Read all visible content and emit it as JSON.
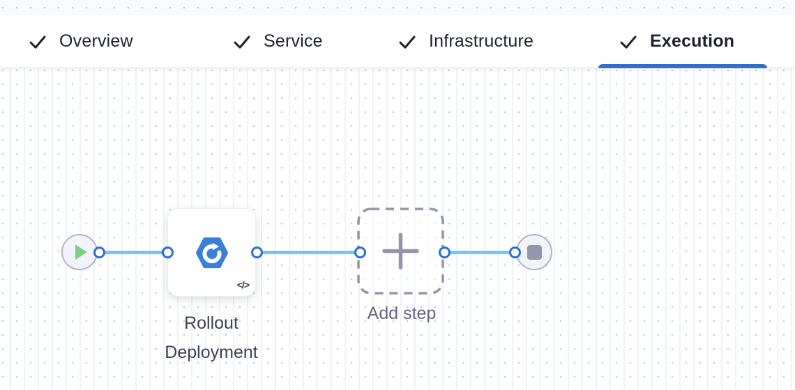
{
  "tabs": {
    "items": [
      {
        "label": "Overview",
        "checked": true,
        "active": false
      },
      {
        "label": "Service",
        "checked": true,
        "active": false
      },
      {
        "label": "Infrastructure",
        "checked": true,
        "active": false
      },
      {
        "label": "Execution",
        "checked": true,
        "active": true
      }
    ]
  },
  "pipeline": {
    "start_node": {
      "icon": "play-icon"
    },
    "steps": [
      {
        "name": "Rollout Deployment",
        "icon": "k8s-rollout-hexagon-icon",
        "badge": "</>"
      }
    ],
    "add_step": {
      "label": "Add step",
      "icon": "plus-icon"
    },
    "end_node": {
      "icon": "stop-icon"
    }
  },
  "colors": {
    "active_tab_indicator": "#3070ca",
    "connector_line": "#6ec7f5",
    "port_ring": "#2a6cd8",
    "node_border": "#b2b3c6",
    "node_fill": "#f3f3fa",
    "play_green": "#7ed184",
    "stop_gray": "#9397ac",
    "dashed_node": "#9295ac",
    "hexagon_blue": "#3a7fd9",
    "grid_dot": "#c6cbd5",
    "grid_line": "#ecf4fa"
  }
}
